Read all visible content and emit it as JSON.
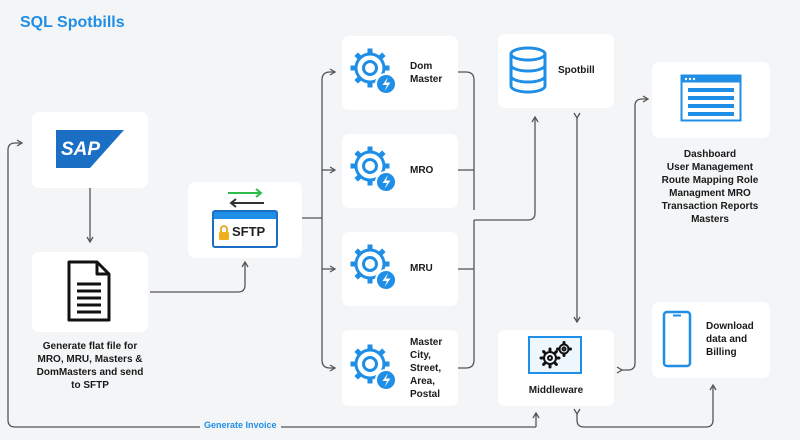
{
  "title": "SQL Spotbills",
  "sap": {
    "logo_text": "SAP"
  },
  "flatfile": {
    "caption": [
      "Generate flat file for",
      "MRO, MRU, Masters &",
      "DomMasters and send",
      "to SFTP"
    ]
  },
  "sftp": {
    "label": "SFTP"
  },
  "services": {
    "dom_master": [
      "Dom",
      "Master"
    ],
    "mro": "MRO",
    "mru": "MRU",
    "master_city": [
      "Master",
      "City,",
      "Street,",
      "Area,",
      "Postal"
    ]
  },
  "spotbill": {
    "label": "Spotbill"
  },
  "middleware": {
    "label": "Middleware"
  },
  "dashboard": {
    "lines": [
      "Dashboard",
      "User Management",
      "Route Mapping Role",
      "Managment MRO",
      "Transaction Reports",
      "Masters"
    ]
  },
  "mobile": {
    "lines": [
      "Download",
      "data and",
      "Billing"
    ]
  },
  "flows": {
    "generate_invoice": "Generate Invoice"
  },
  "colors": {
    "accent": "#1f8ee6",
    "line": "#555555",
    "box": "#ffffff",
    "background": "#f4f5f7",
    "sap_blue": "#1a6fc4",
    "sftp_green": "#2dbb4e"
  }
}
